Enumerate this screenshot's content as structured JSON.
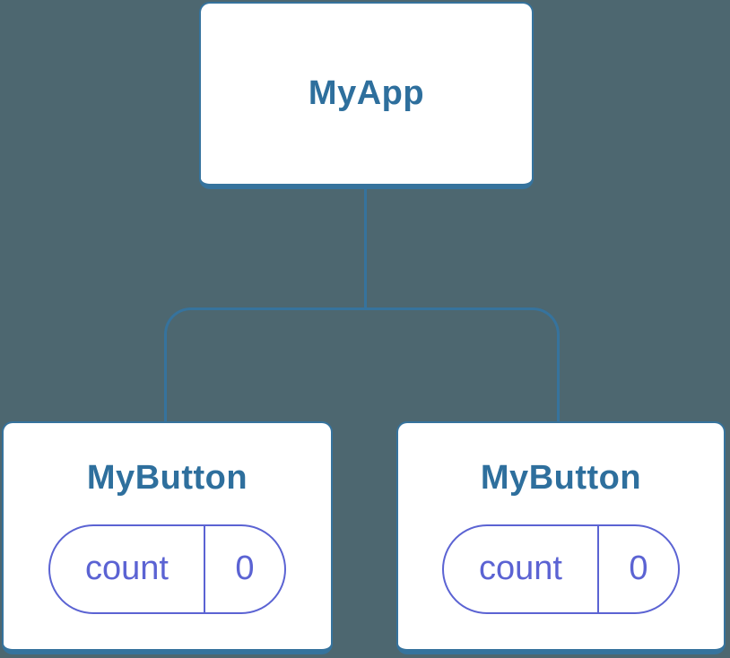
{
  "diagram": {
    "type": "component-tree",
    "root": {
      "label": "MyApp"
    },
    "children": [
      {
        "label": "MyButton",
        "state": {
          "name": "count",
          "value": "0"
        }
      },
      {
        "label": "MyButton",
        "state": {
          "name": "count",
          "value": "0"
        }
      }
    ]
  },
  "colors": {
    "background": "#4d6770",
    "connector_and_border": "#36739d",
    "component_label": "#2e6f9d",
    "state_accent": "#5b63d3",
    "node_fill": "#ffffff"
  }
}
